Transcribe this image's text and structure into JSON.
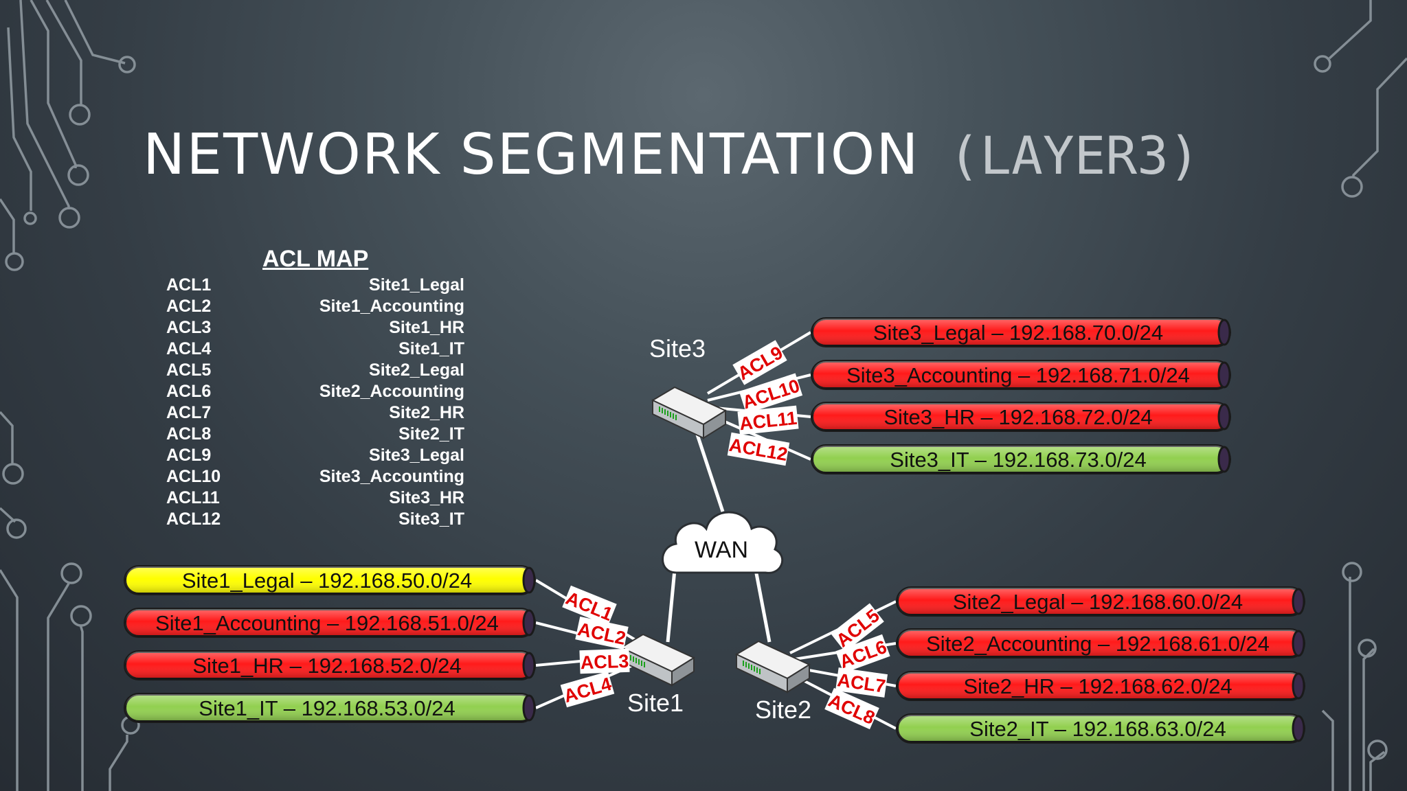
{
  "title": {
    "main": "NETWORK SEGMENTATION",
    "sub": "(LAYER3)"
  },
  "acl_map": {
    "heading": "ACL MAP",
    "rows": [
      {
        "acl": "ACL1",
        "segment": "Site1_Legal"
      },
      {
        "acl": "ACL2",
        "segment": "Site1_Accounting"
      },
      {
        "acl": "ACL3",
        "segment": "Site1_HR"
      },
      {
        "acl": "ACL4",
        "segment": "Site1_IT"
      },
      {
        "acl": "ACL5",
        "segment": "Site2_Legal"
      },
      {
        "acl": "ACL6",
        "segment": "Site2_Accounting"
      },
      {
        "acl": "ACL7",
        "segment": "Site2_HR"
      },
      {
        "acl": "ACL8",
        "segment": "Site2_IT"
      },
      {
        "acl": "ACL9",
        "segment": "Site3_Legal"
      },
      {
        "acl": "ACL10",
        "segment": "Site3_Accounting"
      },
      {
        "acl": "ACL11",
        "segment": "Site3_HR"
      },
      {
        "acl": "ACL12",
        "segment": "Site3_IT"
      }
    ]
  },
  "colors": {
    "red": "#ff1a1a",
    "green": "#92d050",
    "yellow": "#ffff00",
    "acl_text": "#e00000"
  },
  "wan": {
    "label": "WAN"
  },
  "sites": {
    "site3": {
      "name": "Site3",
      "segments": [
        {
          "label": "Site3_Legal – 192.168.70.0/24",
          "color": "red",
          "acl": "ACL9"
        },
        {
          "label": "Site3_Accounting – 192.168.71.0/24",
          "color": "red",
          "acl": "ACL10"
        },
        {
          "label": "Site3_HR – 192.168.72.0/24",
          "color": "red",
          "acl": "ACL11"
        },
        {
          "label": "Site3_IT – 192.168.73.0/24",
          "color": "green",
          "acl": "ACL12"
        }
      ]
    },
    "site1": {
      "name": "Site1",
      "segments": [
        {
          "label": "Site1_Legal – 192.168.50.0/24",
          "color": "yellow",
          "acl": "ACL1"
        },
        {
          "label": "Site1_Accounting – 192.168.51.0/24",
          "color": "red",
          "acl": "ACL2"
        },
        {
          "label": "Site1_HR – 192.168.52.0/24",
          "color": "red",
          "acl": "ACL3"
        },
        {
          "label": "Site1_IT – 192.168.53.0/24",
          "color": "green",
          "acl": "ACL4"
        }
      ]
    },
    "site2": {
      "name": "Site2",
      "segments": [
        {
          "label": "Site2_Legal – 192.168.60.0/24",
          "color": "red",
          "acl": "ACL5"
        },
        {
          "label": "Site2_Accounting – 192.168.61.0/24",
          "color": "red",
          "acl": "ACL6"
        },
        {
          "label": "Site2_HR – 192.168.62.0/24",
          "color": "red",
          "acl": "ACL7"
        },
        {
          "label": "Site2_IT – 192.168.63.0/24",
          "color": "green",
          "acl": "ACL8"
        }
      ]
    }
  }
}
